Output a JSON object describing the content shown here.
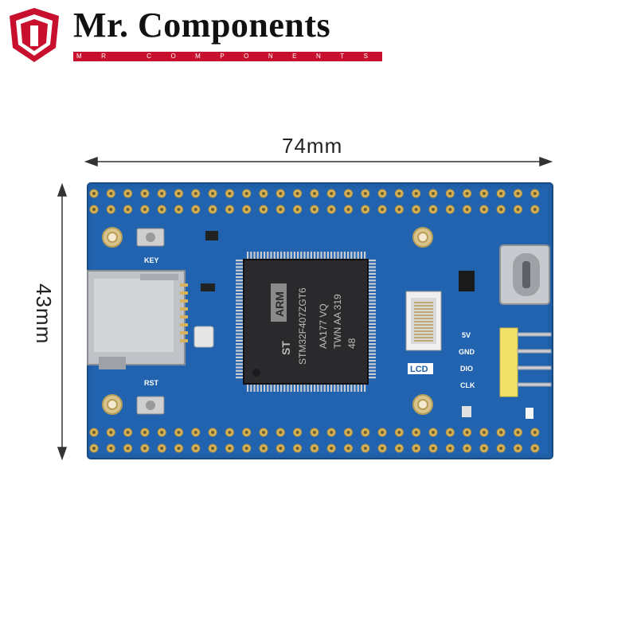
{
  "brand": {
    "name": "Mr. Components",
    "tagline": "MR COMPONENTS",
    "accent_color": "#c8102e"
  },
  "dimensions": {
    "width_label": "74mm",
    "height_label": "43mm"
  },
  "board": {
    "color": "#1f5fa8",
    "silkscreen": {
      "key": "KEY",
      "rst": "RST",
      "lcd": "LCD",
      "pins": [
        "5V",
        "GND",
        "DIO",
        "CLK"
      ]
    },
    "chip": {
      "line1": "STM32F407ZGT6",
      "line2": "AA177 VQ",
      "line3": "TWN AA 319",
      "line4": "48"
    },
    "icons": [
      "st-logo-icon",
      "arm-logo-icon",
      "usb-c-connector-icon",
      "microsd-slot-icon"
    ]
  }
}
